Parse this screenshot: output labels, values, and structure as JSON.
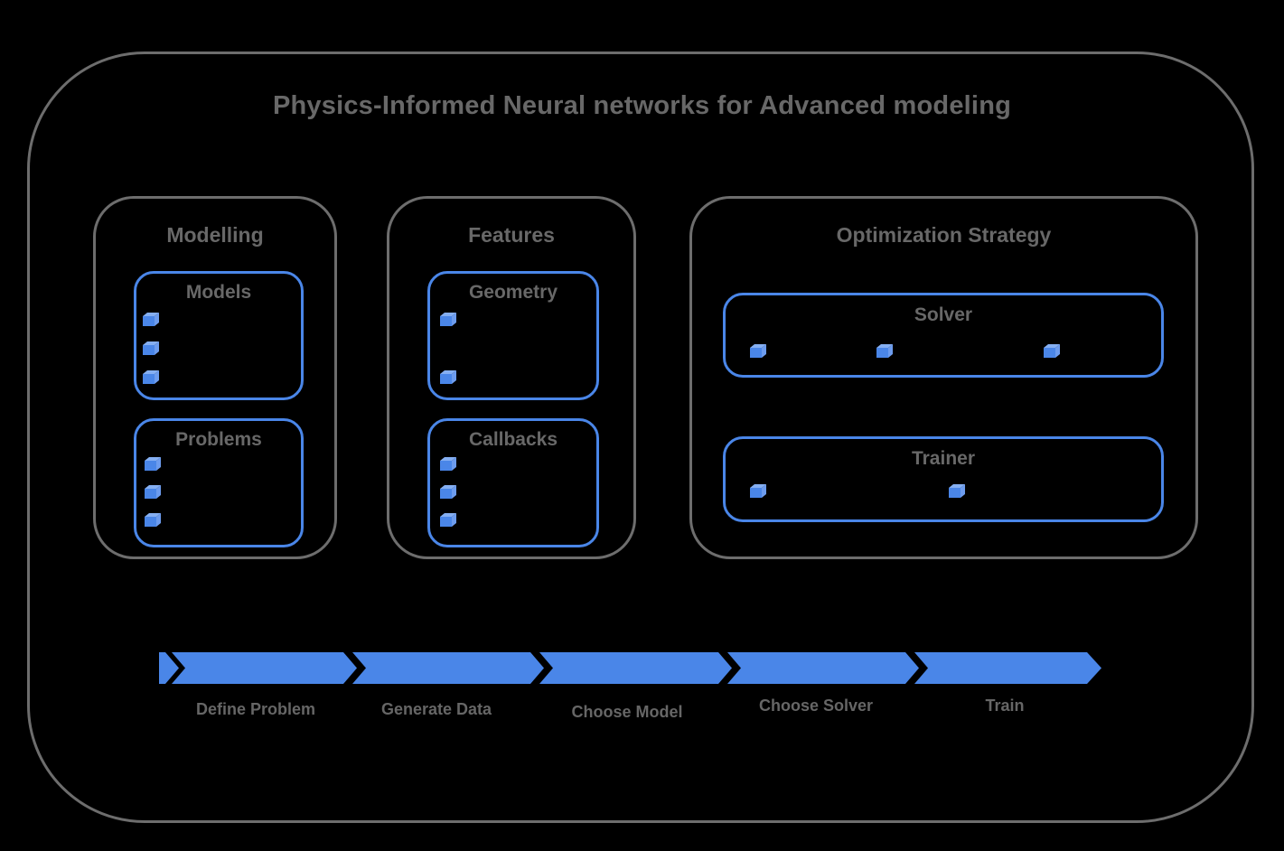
{
  "title": "Physics-Informed Neural networks for Advanced modeling",
  "colors": {
    "background": "#000000",
    "border_gray": "#6d6d6d",
    "text_gray": "#686868",
    "accent_blue": "#4a86e8",
    "cube_front": "#4a86e8",
    "cube_top": "#85aff2",
    "cube_side": "#6d9cee"
  },
  "groups": [
    {
      "label": "Modelling",
      "boxes": [
        {
          "label": "Models",
          "cube_count": 3
        },
        {
          "label": "Problems",
          "cube_count": 3
        }
      ]
    },
    {
      "label": "Features",
      "boxes": [
        {
          "label": "Geometry",
          "cube_count": 2
        },
        {
          "label": "Callbacks",
          "cube_count": 3
        }
      ]
    },
    {
      "label": "Optimization Strategy",
      "boxes": [
        {
          "label": "Solver",
          "cube_count": 3
        },
        {
          "label": "Trainer",
          "cube_count": 2
        }
      ]
    }
  ],
  "pipeline": {
    "steps": [
      {
        "label": "Define Problem"
      },
      {
        "label": "Generate Data"
      },
      {
        "label": "Choose Model"
      },
      {
        "label": "Choose Solver"
      },
      {
        "label": "Train"
      }
    ]
  }
}
